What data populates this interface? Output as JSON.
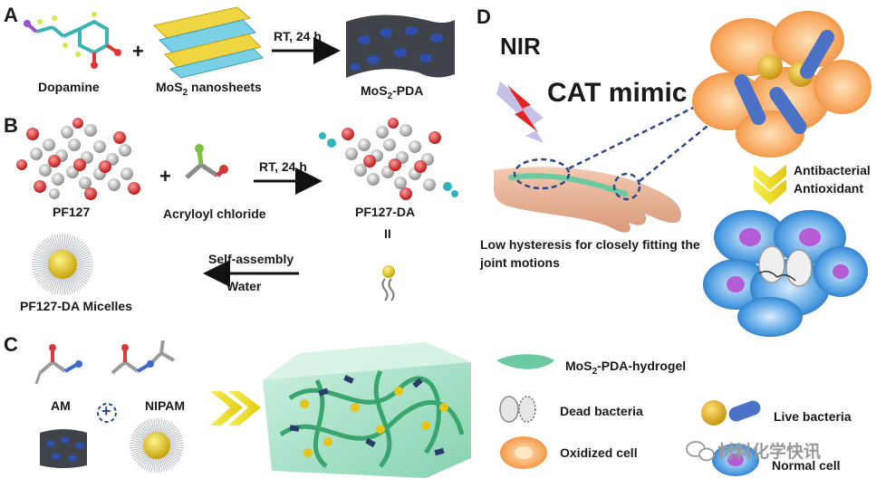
{
  "panels": {
    "a": {
      "letter": "A",
      "dopamine": "Dopamine",
      "nanosheets_pre": "MoS",
      "nanosheets_sub": "2",
      "nanosheets_post": " nanosheets",
      "plus": "+",
      "condition": "RT, 24 h",
      "product_pre": "MoS",
      "product_sub": "2",
      "product_post": "-PDA"
    },
    "b": {
      "letter": "B",
      "pf127": "PF127",
      "plus": "+",
      "acryloyl": "Acryloyl chloride",
      "condition": "RT, 24 h",
      "pf127_da": "PF127-DA",
      "equals": "II",
      "self_assembly": "Self-assembly",
      "water": "Water",
      "micelles": "PF127-DA Micelles"
    },
    "c": {
      "letter": "C",
      "am": "AM",
      "nipam": "NIPAM",
      "plus": "+"
    },
    "d": {
      "letter": "D",
      "nir": "NIR",
      "cat_mimic": "CAT mimic",
      "antibacterial": "Antibacterial",
      "antioxidant": "Antioxidant",
      "hysteresis_line1": "Low hysteresis for closely fitting the",
      "hysteresis_line2": "joint motions"
    }
  },
  "legend": {
    "hydrogel_pre": "MoS",
    "hydrogel_sub": "2",
    "hydrogel_post": "-PDA-hydrogel",
    "dead_bacteria": "Dead bacteria",
    "live_bacteria": "Live bacteria",
    "oxidized_cell": "Oxidized cell",
    "normal_cell": "Normal cell"
  },
  "watermark": "材料化学快讯",
  "colors": {
    "sheet_dark": "#3e4449",
    "sheet_dot": "#2f4fae",
    "hydrogel_green": "#6cc9a1",
    "micelle_yellow": "#e8c318",
    "oxidized_orange": "#f5a55c",
    "normal_blue": "#3b8fd8",
    "arrow_yellow": "#f0e61c",
    "dashed_navy": "#2c4a86"
  }
}
